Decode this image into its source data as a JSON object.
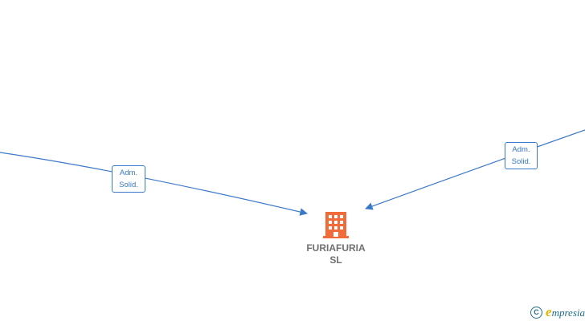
{
  "edges": [
    {
      "id": "left",
      "label_line1": "Adm.",
      "label_line2": "Solid."
    },
    {
      "id": "right",
      "label_line1": "Adm.",
      "label_line2": "Solid."
    }
  ],
  "company": {
    "name_line1": "FURIAFURIA",
    "name_line2": "SL",
    "icon": "building-icon",
    "icon_color": "#f26b3a"
  },
  "edge_color": "#3a78c9",
  "brand": {
    "copyright_symbol": "C",
    "logo_mark": "e",
    "logo_text": "mpresia"
  }
}
